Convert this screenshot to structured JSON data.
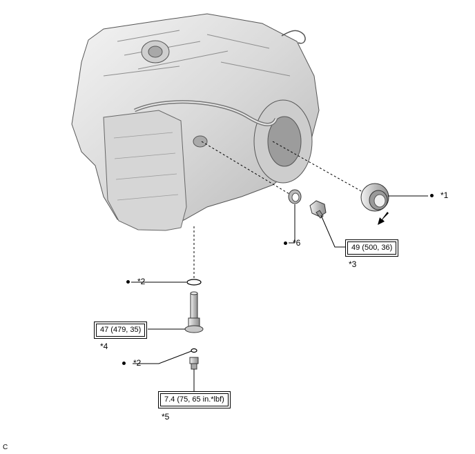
{
  "labels": {
    "part1": "*1",
    "part2a": "*2",
    "part2b": "*2",
    "part3": "*3",
    "part4": "*4",
    "part5": "*5",
    "part6": "*6"
  },
  "torques": {
    "plug3": "49 (500, 36)",
    "tube4": "47 (479, 35)",
    "plug5": "7.4 (75, 65 in.*lbf)"
  },
  "corner_mark": "C"
}
